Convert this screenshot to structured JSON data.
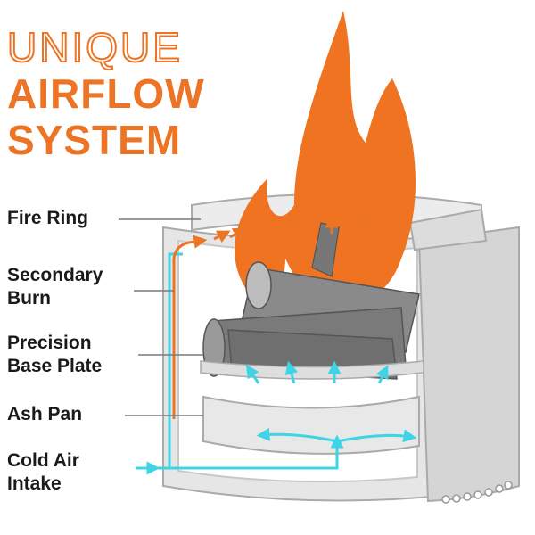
{
  "headline": {
    "line1": "UNIQUE",
    "line2": "AIRFLOW",
    "line3": "SYSTEM"
  },
  "labels": {
    "fire_ring": "Fire Ring",
    "secondary_burn_1": "Secondary",
    "secondary_burn_2": "Burn",
    "base_plate_1": "Precision",
    "base_plate_2": "Base Plate",
    "ash_pan": "Ash Pan",
    "cold_air_1": "Cold Air",
    "cold_air_2": "Intake"
  },
  "colors": {
    "accent_orange": "#ec7424",
    "airflow_cyan": "#3fd3e6",
    "steel": "#d8d8d8",
    "log_gray": "#7a7a7a"
  }
}
